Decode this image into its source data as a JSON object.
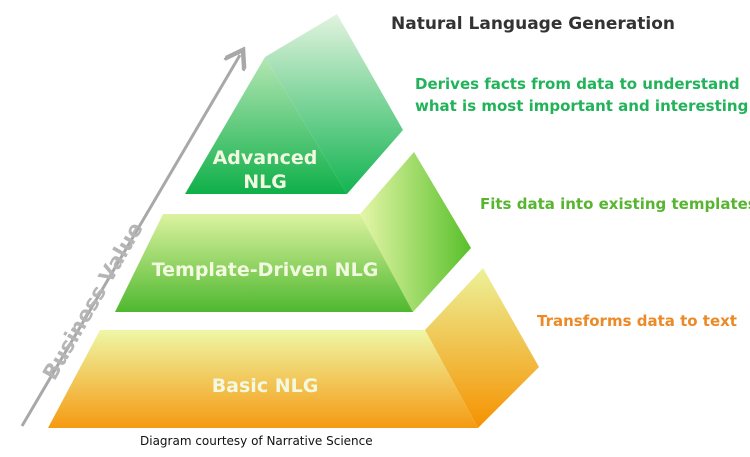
{
  "title": "Natural Language Generation",
  "axis_label": "Business Value",
  "tiers": [
    {
      "label_line1": "Advanced",
      "label_line2": "NLG",
      "description_line1": "Derives facts from data to understand",
      "description_line2": "what is most important and interesting",
      "color": "#1db954"
    },
    {
      "label": "Template-Driven NLG",
      "description": "Fits data into existing templates",
      "color": "#5cb83a"
    },
    {
      "label": "Basic NLG",
      "description": "Transforms data to text",
      "color": "#f0902a"
    }
  ],
  "caption": "Diagram courtesy of Narrative Science"
}
